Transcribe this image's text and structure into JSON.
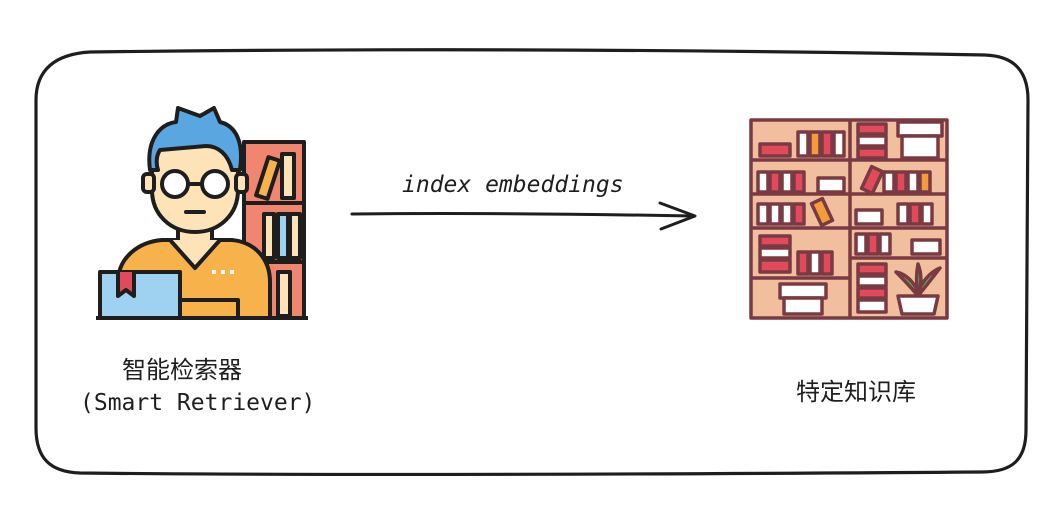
{
  "retriever": {
    "title": "智能检索器",
    "subtitle": "(Smart Retriever)",
    "icon": "person-with-books-icon"
  },
  "arrow": {
    "label": "index embeddings"
  },
  "knowledge_base": {
    "title": "特定知识库",
    "icon": "bookshelf-icon"
  },
  "colors": {
    "outline": "#1e1e1e",
    "wood": "#f2bf9e",
    "shelf": "#7a3a44",
    "skin": "#ffe3b8",
    "hair": "#5aa6e0",
    "shirt": "#f7b24c",
    "box": "#9ed2f0",
    "red_book": "#e04a5a",
    "orange_book": "#f39c3c"
  }
}
